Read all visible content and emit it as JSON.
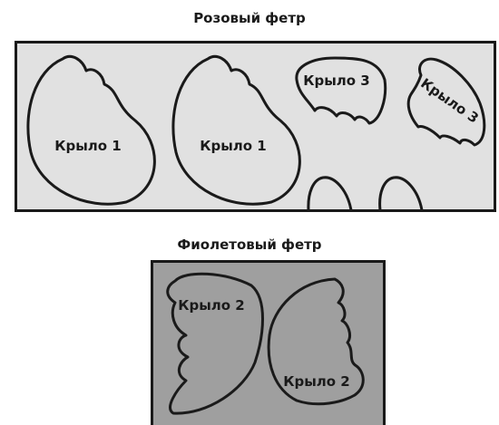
{
  "pink_felt": {
    "title": "Розовый фетр",
    "background": "#e1e1e1",
    "pieces": [
      {
        "label": "Крыло 1"
      },
      {
        "label": "Крыло 1"
      },
      {
        "label": "Крыло 3"
      },
      {
        "label": "Крыло 3"
      }
    ]
  },
  "violet_felt": {
    "title": "Фиолетовый фетр",
    "background": "#9f9f9f",
    "pieces": [
      {
        "label": "Крыло 2"
      },
      {
        "label": "Крыло 2"
      }
    ]
  },
  "outline_color": "#1a1a1a"
}
